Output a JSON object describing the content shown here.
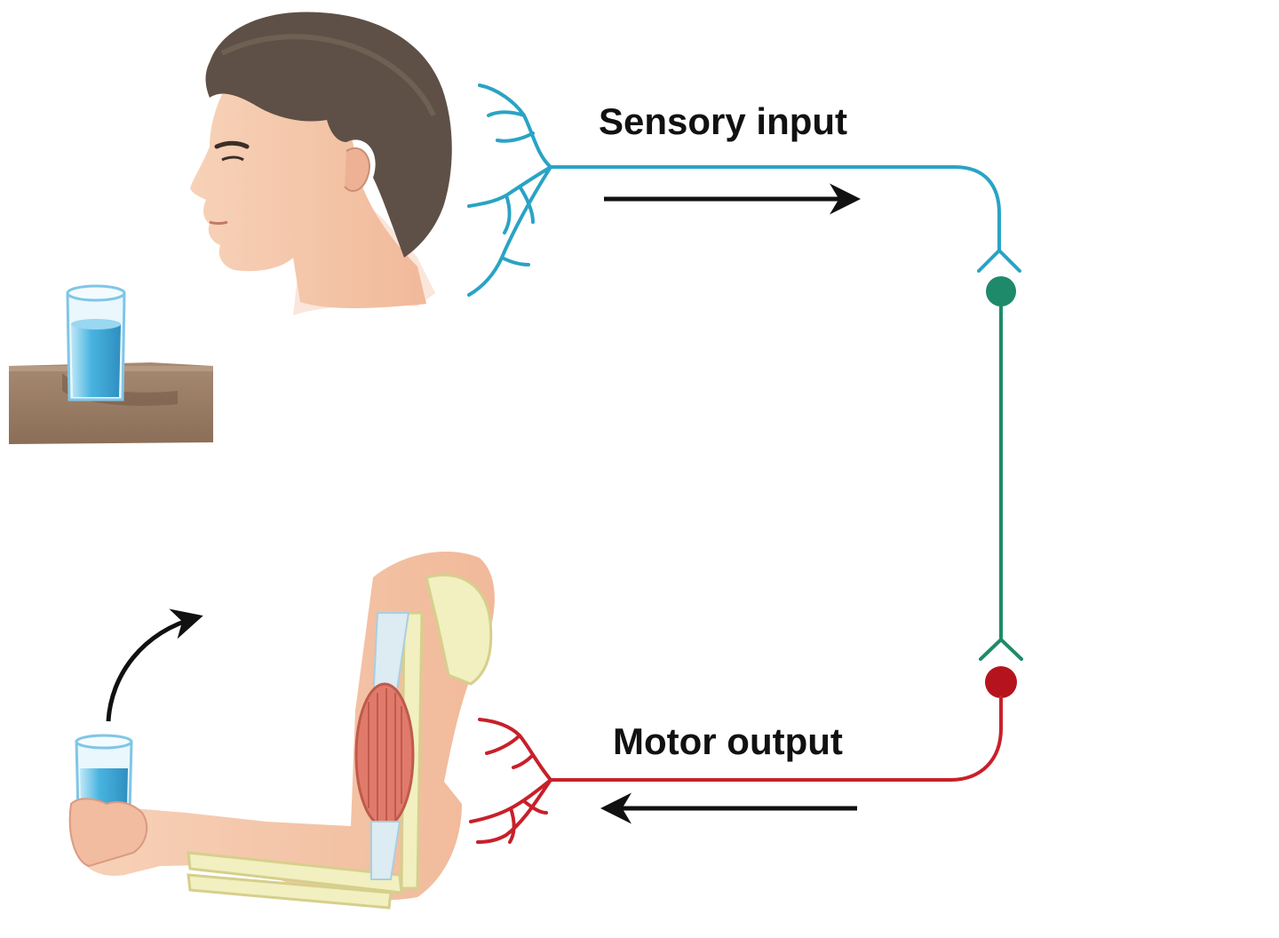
{
  "diagram": {
    "labels": {
      "sensory": "Sensory input",
      "motor": "Motor output"
    },
    "colors": {
      "sensory_neuron": "#2aa3c4",
      "interneuron": "#1f8a6a",
      "motor_neuron": "#c8202a",
      "arrows": "#111111",
      "skin": "#f4c6aa",
      "hair": "#5e5046",
      "water": "#49b4e0",
      "table": "#9a7a62",
      "bone": "#f2efc0",
      "muscle": "#e07a6a"
    },
    "figures": {
      "head": "human-head-profile",
      "glass_on_table": "glass-of-water-on-table",
      "arm": "arm-lifting-glass",
      "lift_arrow": "curved-arrow"
    }
  }
}
